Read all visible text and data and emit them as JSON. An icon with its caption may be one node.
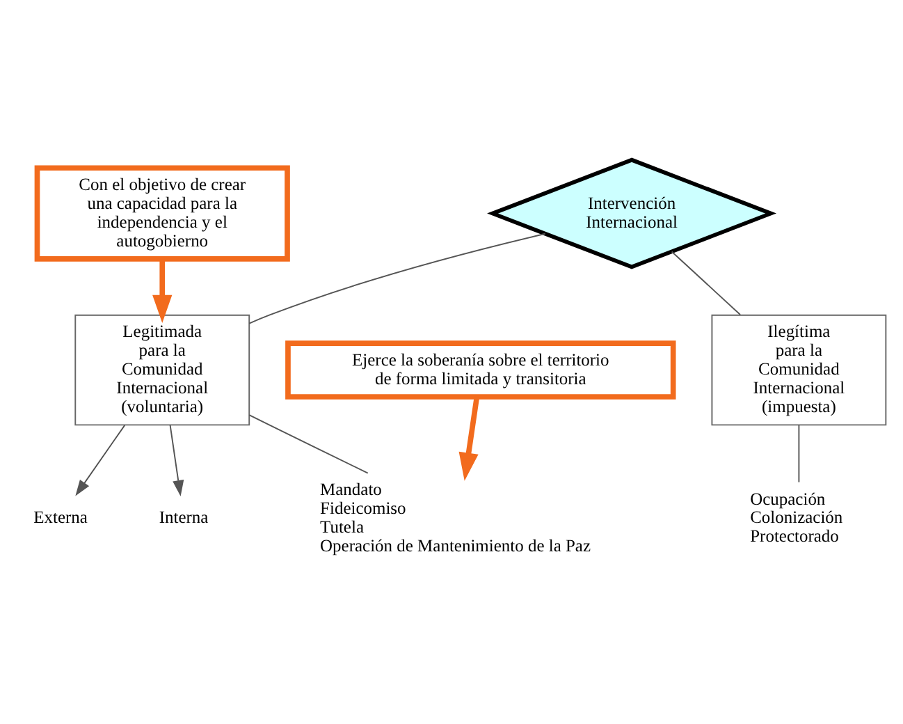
{
  "diagram": {
    "nodes": [
      {
        "text": [
          "Intervención Internacional"
        ]
      },
      {
        "text": [
          "Con el objetivo de crear una capacidad para la independencia y el autogobierno"
        ]
      },
      {
        "text": [
          "Legitimada para la Comunidad Internacional (voluntaria)"
        ]
      },
      {
        "text": [
          "Externa"
        ]
      },
      {
        "text": [
          "Interna"
        ]
      },
      {
        "text": [
          "Ilegítima para la Comunidad Internacional (impuesta)"
        ]
      },
      {
        "text": [
          "Mandato",
          "Fideicomiso",
          "Tutela",
          "Operación de Mantenimiento de la Paz"
        ]
      },
      {
        "text": [
          "Ocupación",
          "Colonización",
          "Protectorado"
        ]
      },
      {
        "text": [
          "Ejerce la soberanía sobre el territorio de forma limitada y transitoria"
        ]
      }
    ],
    "edges": [
      {
        "from": 0,
        "to": 2,
        "arrow": "none"
      },
      {
        "from": 0,
        "to": 5,
        "arrow": "none"
      },
      {
        "from": 1,
        "to": 2,
        "arrow": "to",
        "style": "thick",
        "color": "#f26b1d"
      },
      {
        "from": 2,
        "to": 3,
        "arrow": "to"
      },
      {
        "from": 2,
        "to": 4,
        "arrow": "to"
      },
      {
        "from": 2,
        "to": 6,
        "arrow": "none"
      },
      {
        "from": 5,
        "to": 7,
        "arrow": "none"
      },
      {
        "from": 8,
        "to": 6,
        "arrow": "to",
        "style": "thick",
        "color": "#f26b1d"
      }
    ]
  }
}
